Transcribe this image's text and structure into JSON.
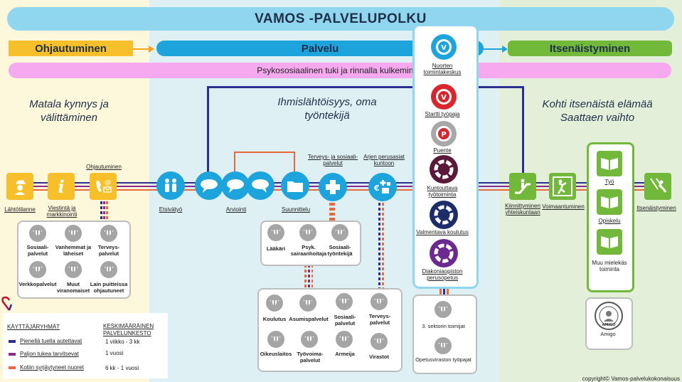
{
  "title": "VAMOS -PALVELUPOLKU",
  "phases": {
    "left": "Ohjautuminen",
    "middle": "Palvelu",
    "right": "Itsenäistyminen"
  },
  "support_bar": "Psykososiaalinen tuki ja rinnalla kulkeminen",
  "headings": {
    "left": "Matala kynnys ja välittäminen",
    "middle": "Ihmislähtöisyys, oma työntekijä",
    "right": "Kohti itsenäistä elämää Saattaen vaihto"
  },
  "steps": {
    "lahtotilanne": "Lähtötilanne",
    "viestinta": "Viestintä ja markkinointi",
    "ohjautuminen": "Ohjautuminen",
    "etsivatyo": "Etsivätyö",
    "arviointi": "Arviointi",
    "suunnittelu": "Suunnittelu",
    "terveys": "Terveys- ja sosiaali-palvelut",
    "arjen": "Arjen perusasiat kuntoon",
    "kiinnittyminen": "Kiinnittyminen yhteiskuntaan",
    "voimaantuminen": "Voimaantuminen",
    "itsenaistyminen": "Itsenäistyminen"
  },
  "left_box": [
    "Sosiaali-palvelut",
    "Vanhemmat ja läheiset",
    "Terveys-palvelut",
    "Verkkopalvelut",
    "Muut viranomaiset",
    "Lain puitteissa ohjautuneet"
  ],
  "mid_box": [
    "Lääkäri",
    "Psyk. sairaanhoitaja",
    "Sosiaali-työntekijä"
  ],
  "bottom_box": [
    "Koulutus",
    "Asumispalvelut",
    "Sosiaali-palvelut",
    "Terveys-palvelut",
    "Oikeuslaitos",
    "Työvoima-palvelut",
    "Armeija",
    "Virastot"
  ],
  "column": [
    "Nuorten toimintakeskus",
    "Startti työpaja",
    "Puente",
    "Kuntouttava työtoiminta",
    "Valmentava koulutus",
    "Diakoniaopiston perusopetus"
  ],
  "column_bottom": [
    "3. sektorin toimijat",
    "Opetusviraston työpajat"
  ],
  "right_box": [
    "Työ",
    "Opiskelu",
    "Muu mielekäs toiminta"
  ],
  "amigo": {
    "caption": "Amigo",
    "seal": "AMIGO"
  },
  "legend": {
    "header_left": "KÄYTTÄJÄRYHMÄT",
    "header_right": "KESKIMÄÄRÄINEN PALVELUNKESTO",
    "rows": [
      {
        "group": "Pienellä tuella autettavat",
        "duration": "1 viikko - 3 kk",
        "color": "#2b2f8f"
      },
      {
        "group": "Paljon tukea tarvitsevat",
        "duration": "1 vuosi",
        "color": "#8b2a8f"
      },
      {
        "group": "Kotiin syrjäytyneet nuoret",
        "duration": "6 kk - 1 vuosi",
        "color": "#e8683a"
      }
    ]
  },
  "copyright": "copyright© Vamos-palvelukokonaisuus",
  "colors": {
    "zone_left": "#fdf7dc",
    "zone_mid": "#dff0f5",
    "zone_right": "#e3efd9",
    "yellow": "#f7c02a",
    "blue": "#1ea4dc",
    "green": "#72b83a",
    "navy": "#2b2f8f",
    "purple": "#8b2a8f",
    "orange": "#e8683a"
  }
}
